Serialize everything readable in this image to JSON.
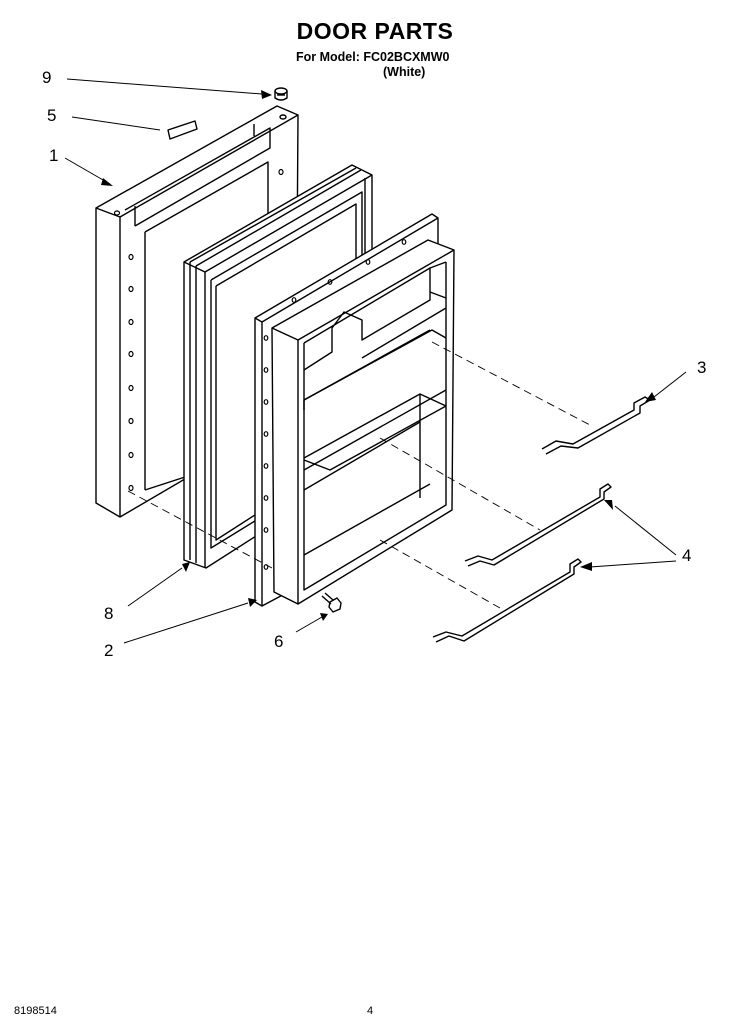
{
  "title": "DOOR PARTS",
  "model_line": "For Model: FC02BCXMW0",
  "variant": "(White)",
  "callouts": {
    "c9": "9",
    "c5": "5",
    "c1": "1",
    "c3": "3",
    "c4": "4",
    "c8": "8",
    "c2": "2",
    "c6": "6"
  },
  "footer": {
    "doc_number": "8198514",
    "page_number": "4"
  }
}
